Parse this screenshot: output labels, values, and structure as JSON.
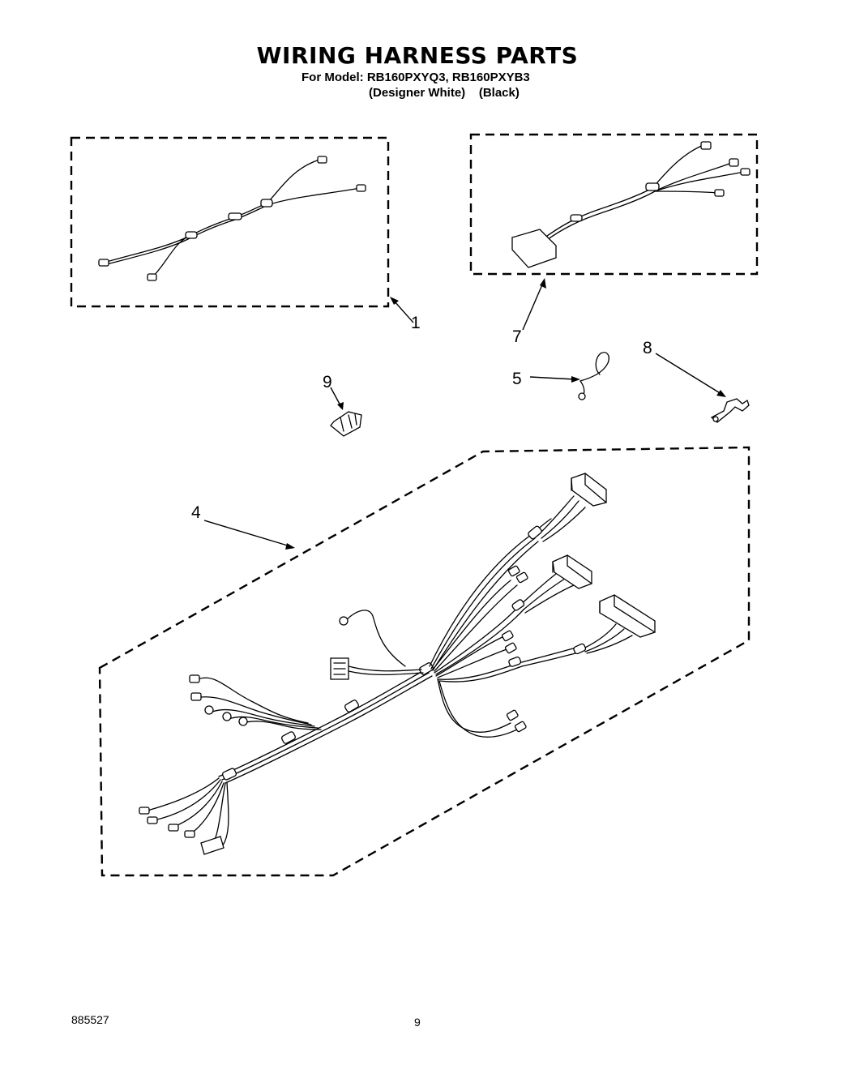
{
  "header": {
    "title": "WIRING HARNESS PARTS",
    "model_line": "For Model: RB160PXYQ3, RB160PXYB3",
    "color_line": "(Designer White)    (Black)"
  },
  "callouts": {
    "part_1": "1",
    "part_4": "4",
    "part_5": "5",
    "part_7": "7",
    "part_8": "8",
    "part_9": "9"
  },
  "footer": {
    "doc_number": "885527",
    "page_number": "9"
  }
}
